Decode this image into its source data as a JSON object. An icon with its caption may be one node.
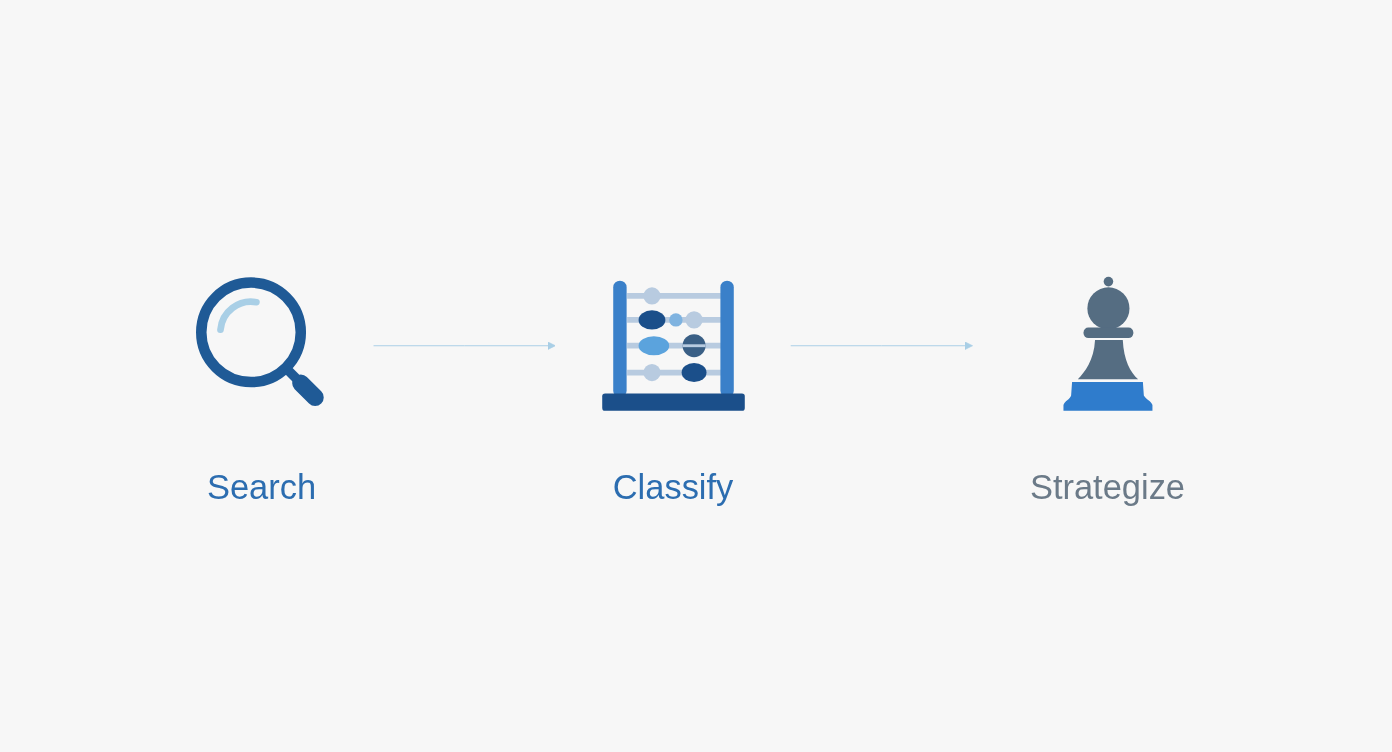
{
  "diagram": {
    "nodes": [
      {
        "text": [
          "Search"
        ]
      },
      {
        "text": [
          "Classify"
        ]
      },
      {
        "text": [
          "Strategize"
        ]
      }
    ],
    "edges": [
      {
        "from": 0,
        "to": 1,
        "arrow": "to"
      },
      {
        "from": 1,
        "to": 2,
        "arrow": "to"
      }
    ]
  }
}
